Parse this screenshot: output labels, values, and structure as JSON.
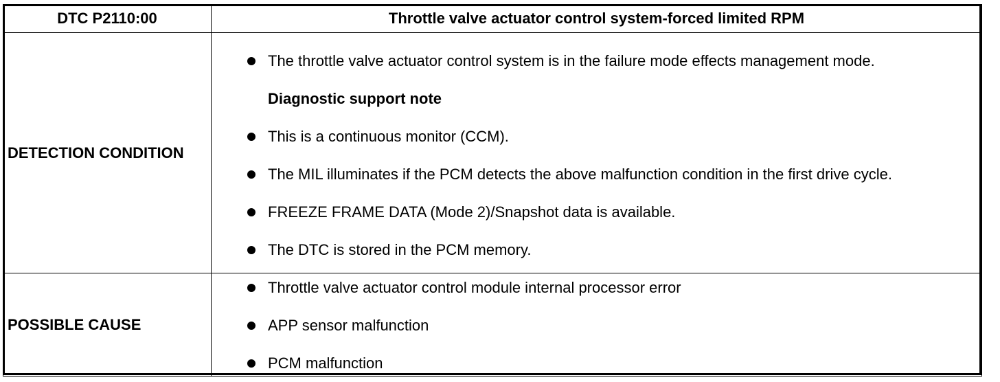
{
  "header": {
    "code": "DTC P2110:00",
    "title": "Throttle valve actuator control system-forced limited RPM"
  },
  "detection": {
    "label": "DETECTION CONDITION",
    "items": [
      "The throttle valve actuator control system is in the failure mode effects management mode.",
      "Diagnostic support note",
      "This is a continuous monitor (CCM).",
      "The MIL illuminates if the PCM detects the above malfunction condition in the first drive cycle.",
      "FREEZE FRAME DATA (Mode 2)/Snapshot data is available.",
      "The DTC is stored in the PCM memory."
    ]
  },
  "cause": {
    "label": "POSSIBLE CAUSE",
    "items": [
      "Throttle valve actuator control module internal processor error",
      "APP sensor malfunction",
      "PCM malfunction"
    ]
  }
}
